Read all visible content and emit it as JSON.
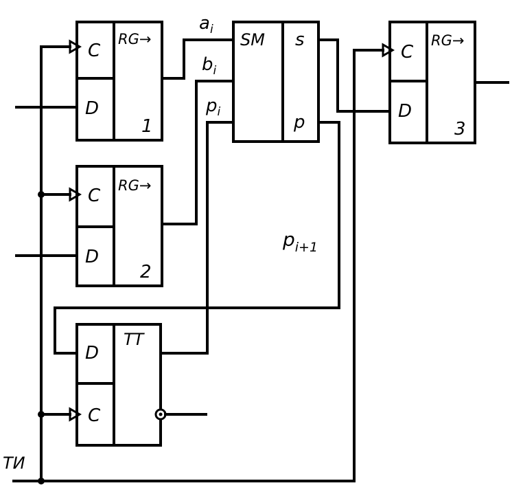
{
  "blocks": {
    "register_1": {
      "clock": "C",
      "data": "D",
      "type": "RG→",
      "number": "1"
    },
    "register_2": {
      "clock": "C",
      "data": "D",
      "type": "RG→",
      "number": "2"
    },
    "register_3": {
      "clock": "C",
      "data": "D",
      "type": "RG→",
      "number": "3"
    },
    "adder": {
      "type": "SM",
      "sum_out": "s",
      "carry_out": "p"
    },
    "trigger": {
      "data": "D",
      "clock": "C",
      "type": "TT"
    }
  },
  "signals": {
    "a_i": {
      "main": "a",
      "sub": "i"
    },
    "b_i": {
      "main": "b",
      "sub": "i"
    },
    "p_i": {
      "main": "p",
      "sub": "i"
    },
    "p_i1": {
      "main": "p",
      "sub": "i+1"
    },
    "clock_pulse": "ТИ"
  }
}
